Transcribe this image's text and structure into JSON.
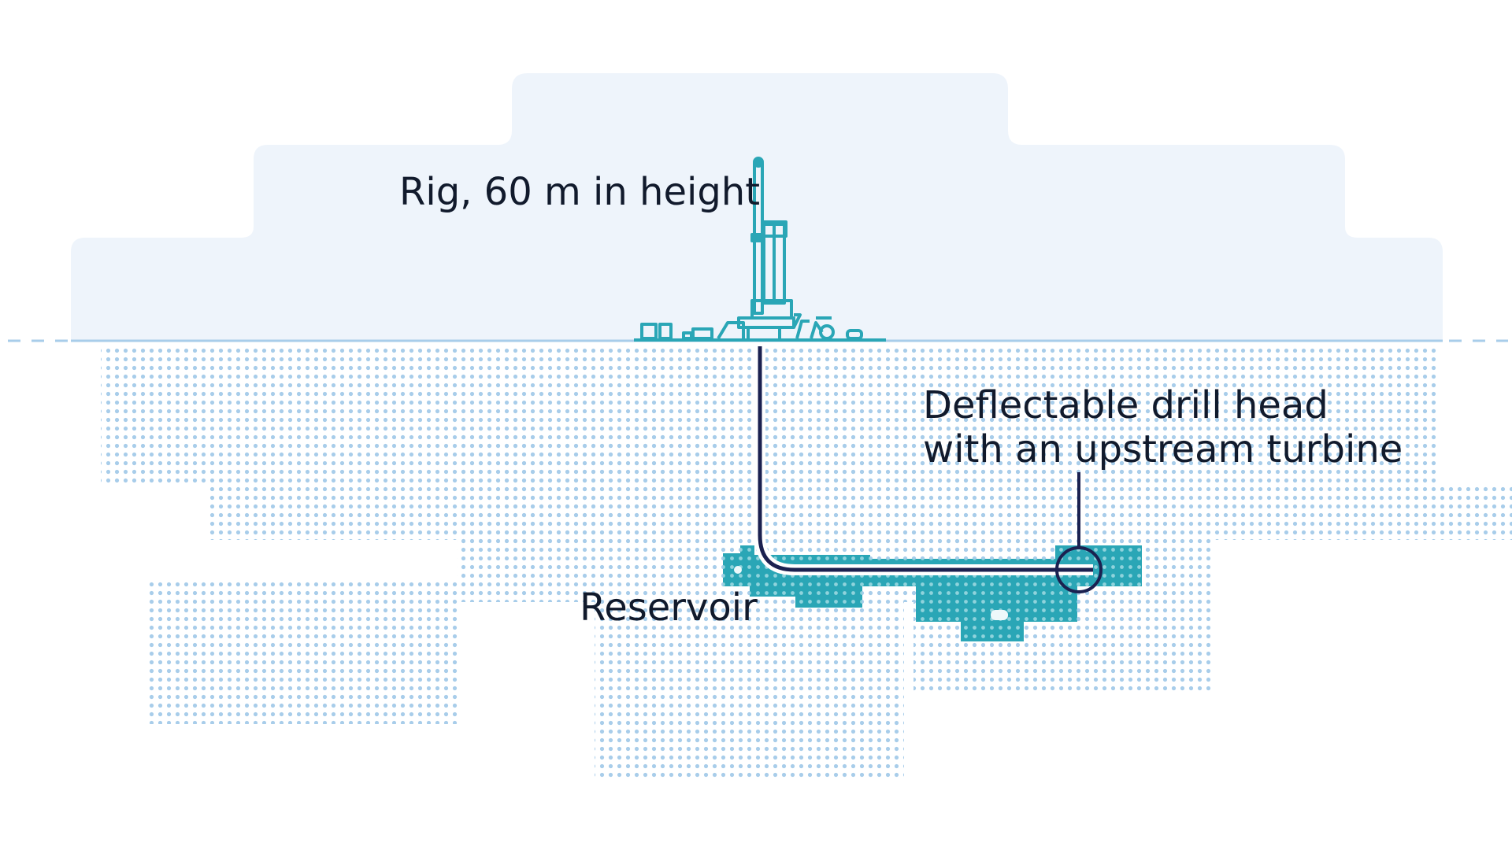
{
  "labels": {
    "rig": "Rig, 60 m in height",
    "reservoir": "Reservoir",
    "drill_head_line1": "Deflectable drill head",
    "drill_head_line2": "with an upstream turbine"
  },
  "colors": {
    "sky": "#eef4fb",
    "ground_dots": "#a8cdea",
    "ground_line": "#a8cdea",
    "rig": "#2aa6b6",
    "reservoir": "#2aa6b6",
    "pipe": "#1b2150",
    "text": "#111a2c"
  },
  "icons": {
    "rig": "drilling-rig-icon",
    "drill_head": "drill-head-circle-icon"
  }
}
